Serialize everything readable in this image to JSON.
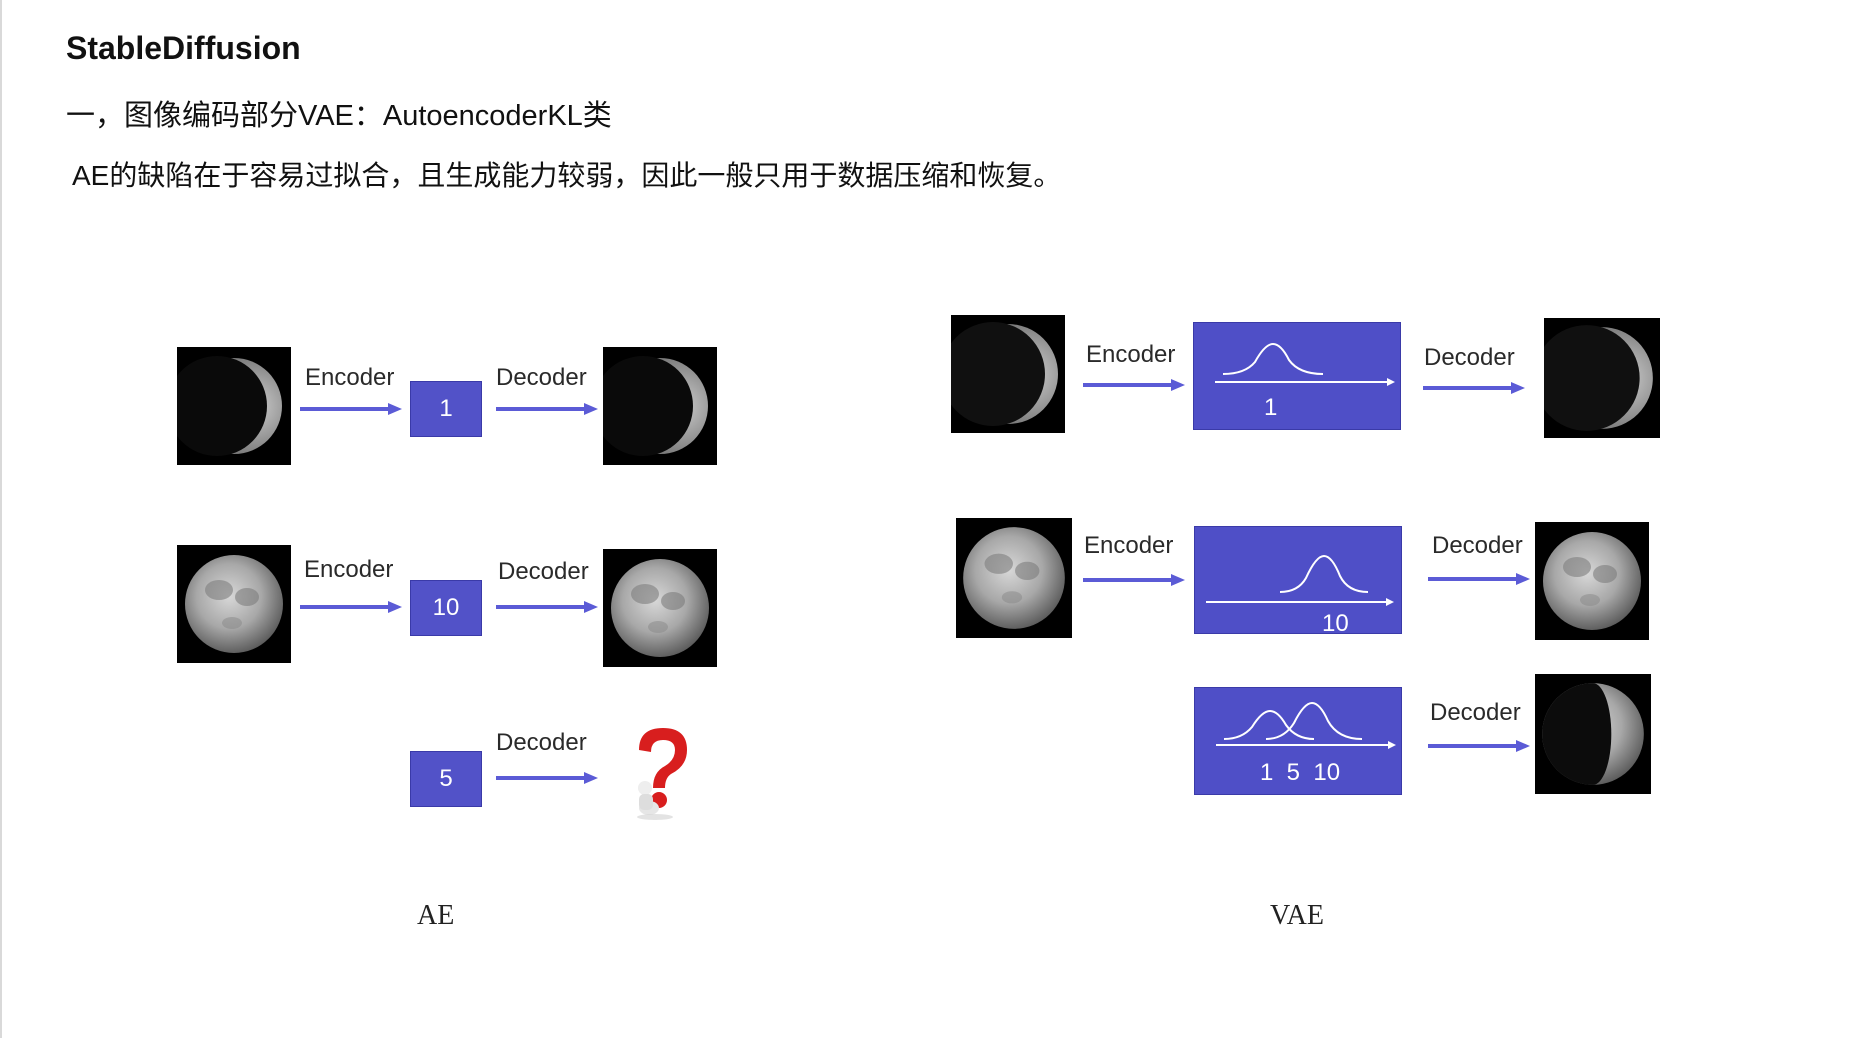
{
  "title": "StableDiffusion",
  "heading": "一，图像编码部分VAE：AutoencoderKL类",
  "note": "AE的缺陷在于容易过拟合，且生成能力较弱，因此一般只用于数据压缩和恢复。",
  "ae": {
    "caption": "AE",
    "row1": {
      "encoder": "Encoder",
      "code": "1",
      "decoder": "Decoder"
    },
    "row2": {
      "encoder": "Encoder",
      "code": "10",
      "decoder": "Decoder"
    },
    "row3": {
      "code": "5",
      "decoder": "Decoder",
      "output_icon": "question-mark-figure-icon"
    }
  },
  "vae": {
    "caption": "VAE",
    "row1": {
      "encoder": "Encoder",
      "value": "1",
      "decoder": "Decoder"
    },
    "row2": {
      "encoder": "Encoder",
      "value": "10",
      "decoder": "Decoder"
    },
    "row3": {
      "values": "1  5  10",
      "decoder": "Decoder"
    }
  },
  "colors": {
    "box": "#5252c8",
    "arrow": "#5b5bd6",
    "text": "#2a2a2a"
  }
}
